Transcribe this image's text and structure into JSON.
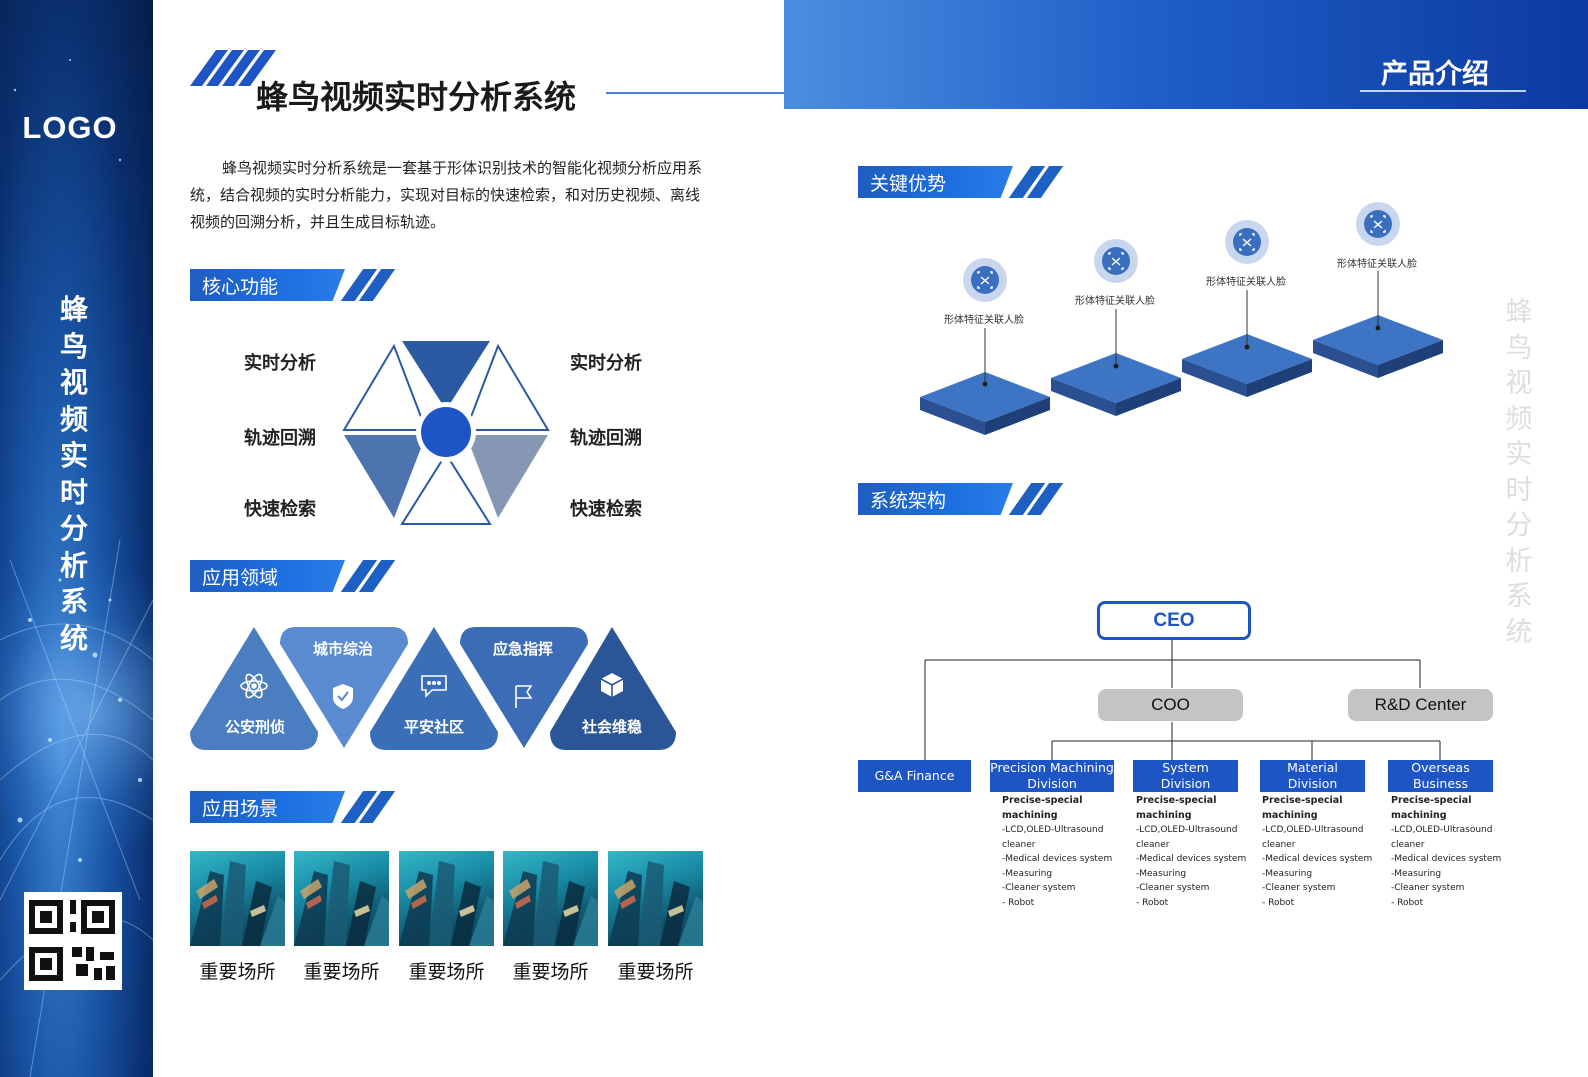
{
  "sidebar": {
    "logo": "LOGO",
    "vertical_title": "蜂鸟视频实时分析系统"
  },
  "banner": {
    "title": "产品介绍"
  },
  "main": {
    "title": "蜂鸟视频实时分析系统",
    "intro": "蜂鸟视频实时分析系统是一套基于形体识别技术的智能化视频分析应用系统，结合视频的实时分析能力，实现对目标的快速检索，和对历史视频、离线视频的回溯分析，并且生成目标轨迹。"
  },
  "sections": {
    "core": "核心功能",
    "application": "应用领域",
    "scenes": "应用场景",
    "advantages": "关键优势",
    "architecture": "系统架构"
  },
  "core_functions": {
    "left": [
      "实时分析",
      "轨迹回溯",
      "快速检索"
    ],
    "right": [
      "实时分析",
      "轨迹回溯",
      "快速检索"
    ]
  },
  "application_fields": [
    {
      "label": "公安刑侦",
      "icon": "atom-icon"
    },
    {
      "label": "城市综治",
      "icon": "shield-check-icon"
    },
    {
      "label": "平安社区",
      "icon": "chat-bubble-icon"
    },
    {
      "label": "应急指挥",
      "icon": "flag-icon"
    },
    {
      "label": "社会维稳",
      "icon": "cube-icon"
    }
  ],
  "scenes": [
    "重要场所",
    "重要场所",
    "重要场所",
    "重要场所",
    "重要场所"
  ],
  "advantages": [
    {
      "label": "形体特征关联人脸",
      "icon": "face-scan-icon"
    },
    {
      "label": "形体特征关联人脸",
      "icon": "face-scan-icon"
    },
    {
      "label": "形体特征关联人脸",
      "icon": "face-scan-icon"
    },
    {
      "label": "形体特征关联人脸",
      "icon": "face-scan-icon"
    }
  ],
  "org": {
    "ceo": "CEO",
    "coo": "COO",
    "rd": "R&D Center",
    "finance": "G&A Finance",
    "divisions": [
      {
        "line1": "Precision Machining",
        "line2": "Division"
      },
      {
        "line1": "System",
        "line2": "Division"
      },
      {
        "line1": "Material",
        "line2": "Division"
      },
      {
        "line1": "Overseas",
        "line2": "Business Division"
      }
    ],
    "detail": {
      "bold1": "Precise-special",
      "bold2": "machining",
      "items": [
        "-LCD,OLED-Ultrasound",
        "cleaner",
        "-Medical devices system",
        "-Measuring",
        "-Cleaner system",
        "- Robot"
      ]
    }
  },
  "colors": {
    "primary": "#1d55c4",
    "dark_blue": "#24539c",
    "light_gray": "#c4c4c4",
    "accent": "#1d6fe0"
  }
}
